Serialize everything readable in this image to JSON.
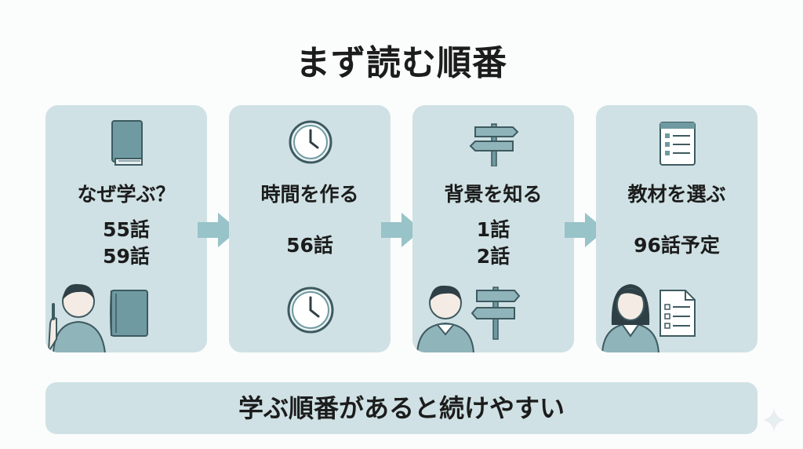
{
  "title": "まず読む順番",
  "steps": [
    {
      "title": "なぜ学ぶ？",
      "lines": [
        "55話",
        "59話"
      ]
    },
    {
      "title": "時間を作る",
      "lines": [
        "56話"
      ]
    },
    {
      "title": "背景を知る",
      "lines": [
        "1話",
        "2話"
      ]
    },
    {
      "title": "教材を選ぶ",
      "lines": [
        "96話予定"
      ]
    }
  ],
  "footer": "学ぶ順番があると続けやすい",
  "colors": {
    "card": "#cfe1e4",
    "arrow": "#98c3c8",
    "icon": "#6f9aa1",
    "outline": "#3e5a61"
  }
}
